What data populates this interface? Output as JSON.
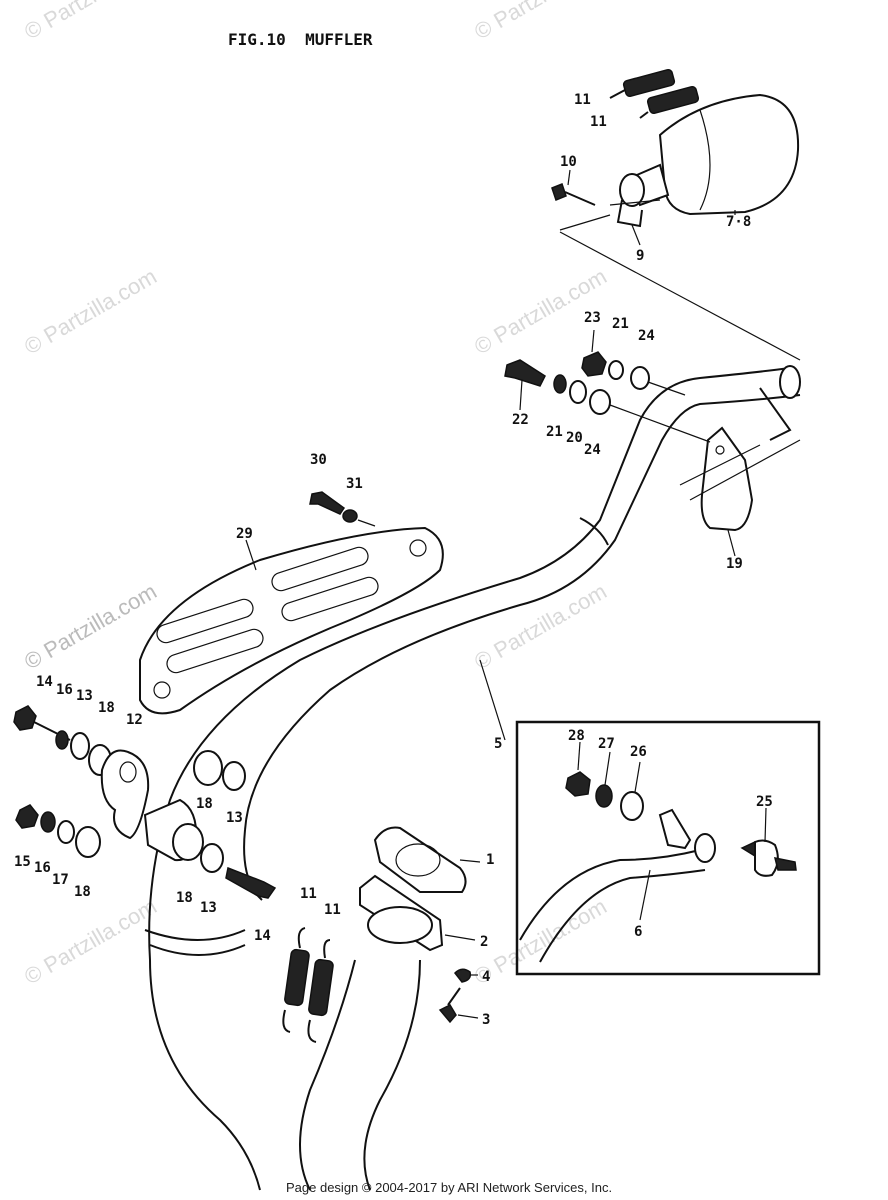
{
  "title": "FIG.10  MUFFLER",
  "watermark": "© Partzilla.com",
  "footer": "Page design © 2004-2017 by ARI Network Services, Inc.",
  "callouts": {
    "c1": "1",
    "c2": "2",
    "c3": "3",
    "c4": "4",
    "c5": "5",
    "c6": "6",
    "c78": "7·8",
    "c9": "9",
    "c10": "10",
    "c11a": "11",
    "c11b": "11",
    "c11c": "11",
    "c11d": "11",
    "c12": "12",
    "c13a": "13",
    "c13b": "13",
    "c13c": "13",
    "c14a": "14",
    "c14b": "14",
    "c15": "15",
    "c16a": "16",
    "c16b": "16",
    "c17": "17",
    "c18a": "18",
    "c18b": "18",
    "c18c": "18",
    "c18d": "18",
    "c19": "19",
    "c20": "20",
    "c21a": "21",
    "c21b": "21",
    "c22": "22",
    "c23": "23",
    "c24a": "24",
    "c24b": "24",
    "c25": "25",
    "c26": "26",
    "c27": "27",
    "c28": "28",
    "c29": "29",
    "c30": "30",
    "c31": "31"
  }
}
